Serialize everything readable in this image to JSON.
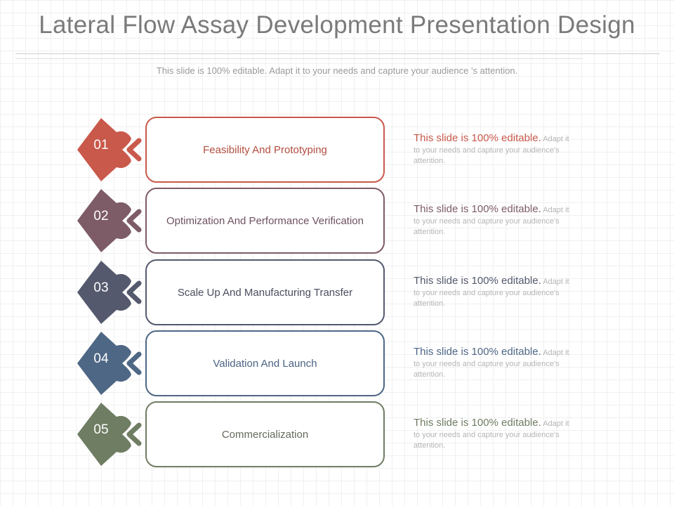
{
  "title": "Lateral Flow Assay Development Presentation Design",
  "subtitle": "This slide is 100% editable. Adapt it to your needs and capture your  audience ’s attention.",
  "steps": [
    {
      "number": "01",
      "label": "Feasibility And Prototyping",
      "desc_head": "This slide is 100% editable.",
      "desc_body_1": " Adapt it",
      "desc_body_2": "to your needs and capture your audience's",
      "desc_body_3": "attention.",
      "color": "#c9594b"
    },
    {
      "number": "02",
      "label": "Optimization And Performance Verification",
      "desc_head": "This slide is 100% editable.",
      "desc_body_1": " Adapt it",
      "desc_body_2": "to your needs and capture your audience's",
      "desc_body_3": "attention.",
      "color": "#7d5b67"
    },
    {
      "number": "03",
      "label": "Scale Up And Manufacturing  Transfer",
      "desc_head": "This slide is 100% editable.",
      "desc_body_1": " Adapt it",
      "desc_body_2": "to your needs and capture your audience's",
      "desc_body_3": "attention.",
      "color": "#55596e"
    },
    {
      "number": "04",
      "label": "Validation And Launch",
      "desc_head": "This slide is 100% editable.",
      "desc_body_1": " Adapt it",
      "desc_body_2": "to your needs and capture your audience's",
      "desc_body_3": "attention.",
      "color": "#4e6785"
    },
    {
      "number": "05",
      "label": "Commercialization",
      "desc_head": "This slide is 100% editable.",
      "desc_body_1": " Adapt it",
      "desc_body_2": "to your needs and capture your audience's",
      "desc_body_3": "attention.",
      "color": "#6f7d63"
    }
  ],
  "label_colors": [
    "#b24d3f",
    "#6e5260",
    "#4a4d5e",
    "#4a6384",
    "#636a5b"
  ]
}
